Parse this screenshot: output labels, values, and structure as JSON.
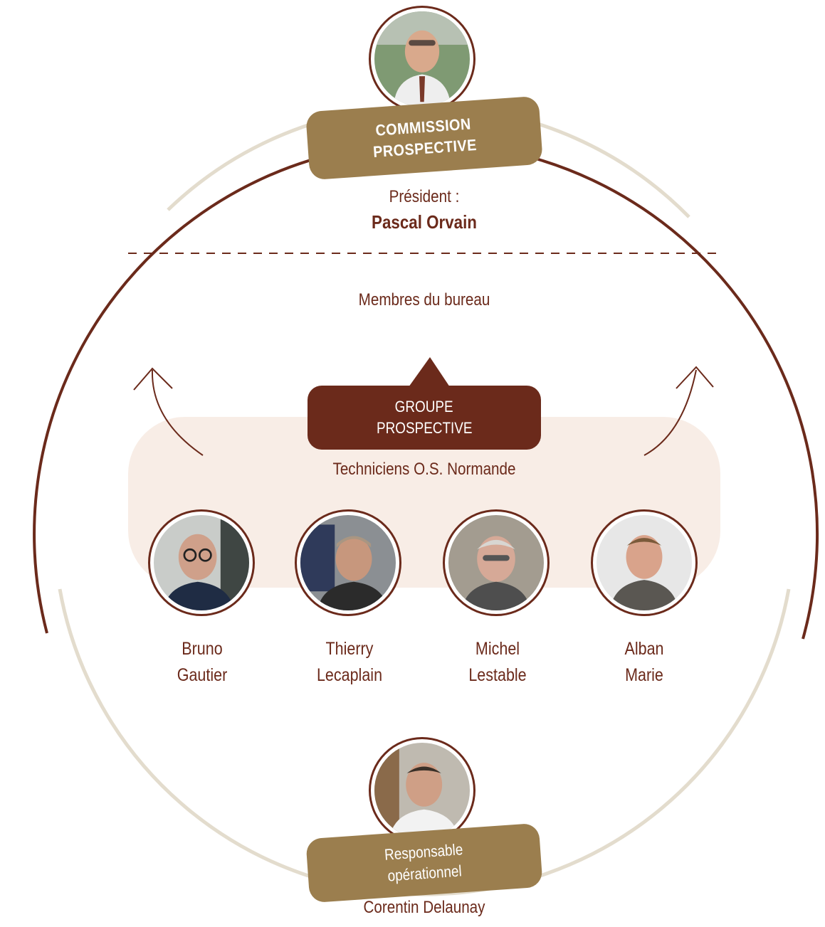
{
  "commission": {
    "title_line1": "COMMISSION",
    "title_line2": "PROSPECTIVE",
    "president_label": "Président :",
    "president_name": "Pascal Orvain"
  },
  "bureau_label": "Membres du bureau",
  "groupe": {
    "line1": "GROUPE",
    "line2": "PROSPECTIVE",
    "subtitle": "Techniciens O.S. Normande"
  },
  "members": [
    {
      "first": "Bruno",
      "last": "Gautier"
    },
    {
      "first": "Thierry",
      "last": "Lecaplain"
    },
    {
      "first": "Michel",
      "last": "Lestable"
    },
    {
      "first": "Alban",
      "last": "Marie"
    }
  ],
  "responsable": {
    "line1": "Responsable",
    "line2": "opérationnel",
    "name": "Corentin Delaunay"
  },
  "colors": {
    "dark_brown": "#6b2a1b",
    "gold": "#9b7e4e",
    "beige_line": "#e0d8c8",
    "band": "#f8ede6"
  }
}
